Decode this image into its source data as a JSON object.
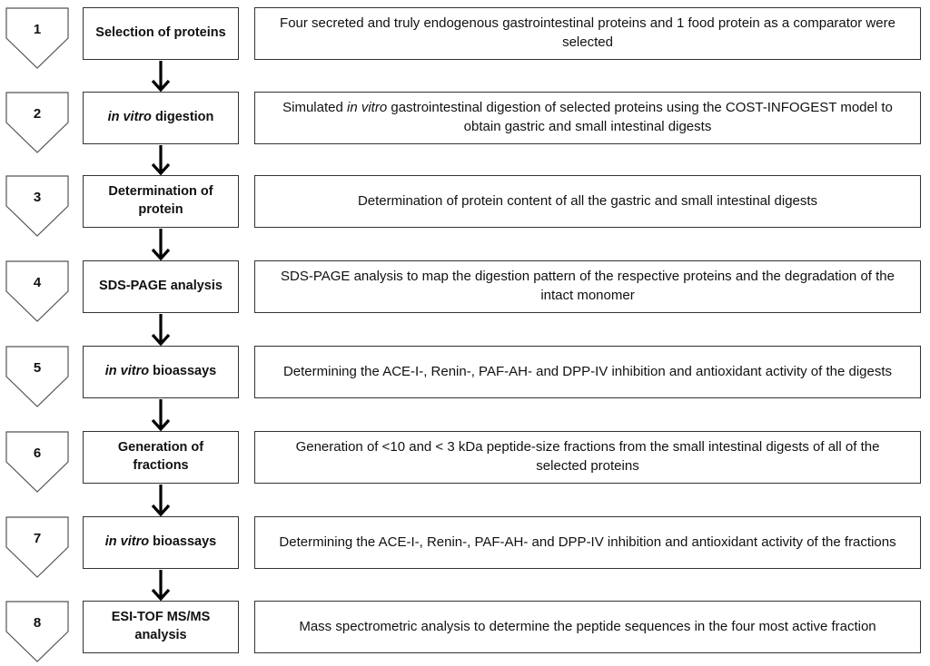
{
  "steps": [
    {
      "number": "1",
      "title": [
        "",
        "",
        "Selection of proteins"
      ],
      "description": [
        "Four secreted and truly endogenous gastrointestinal proteins and 1 food protein as a comparator were selected",
        "",
        ""
      ]
    },
    {
      "number": "2",
      "title": [
        "",
        "in vitro",
        " digestion"
      ],
      "description": [
        "Simulated ",
        "in vitro",
        " gastrointestinal digestion of selected proteins using the  COST-INFOGEST model to obtain gastric and small intestinal digests"
      ]
    },
    {
      "number": "3",
      "title": [
        "",
        "",
        "Determination of protein"
      ],
      "description": [
        "Determination of protein content of all the gastric and small intestinal digests",
        "",
        ""
      ]
    },
    {
      "number": "4",
      "title": [
        "",
        "",
        "SDS-PAGE analysis"
      ],
      "description": [
        "SDS-PAGE analysis to map the digestion pattern of the respective proteins and the degradation of the intact monomer",
        "",
        ""
      ]
    },
    {
      "number": "5",
      "title": [
        "",
        "in vitro",
        " bioassays"
      ],
      "description": [
        "Determining the ACE-I-, Renin-, PAF-AH- and DPP-IV inhibition and antioxidant activity of the digests",
        "",
        ""
      ]
    },
    {
      "number": "6",
      "title": [
        "",
        "",
        "Generation of fractions"
      ],
      "description": [
        "Generation of <10 and < 3 kDa peptide-size fractions from the small intestinal digests  of all of the selected proteins",
        "",
        ""
      ]
    },
    {
      "number": "7",
      "title": [
        "",
        "in vitro",
        " bioassays"
      ],
      "description": [
        "Determining the ACE-I-, Renin-, PAF-AH- and DPP-IV inhibition and antioxidant activity of the fractions",
        "",
        ""
      ]
    },
    {
      "number": "8",
      "title": [
        "",
        "",
        "ESI-TOF MS/MS analysis"
      ],
      "description": [
        "Mass spectrometric analysis to determine the peptide sequences in the four most active fraction",
        "",
        ""
      ]
    }
  ]
}
